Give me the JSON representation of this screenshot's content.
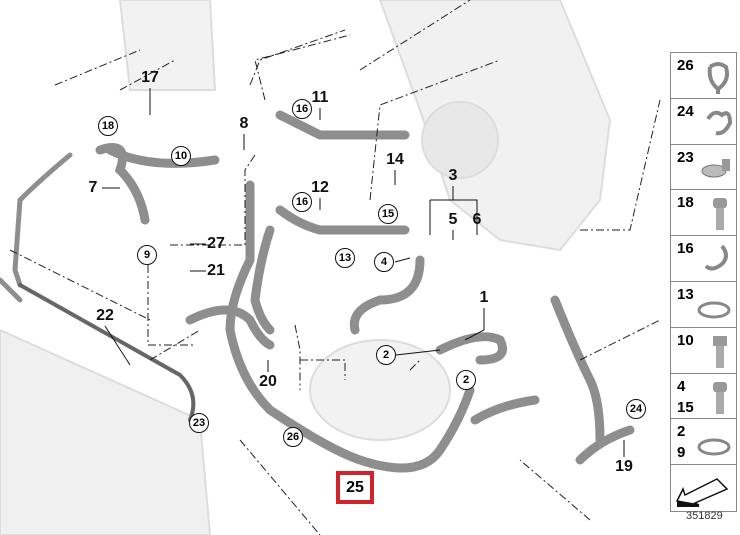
{
  "diagram": {
    "labels": {
      "p17": "17",
      "p11": "11",
      "p8": "8",
      "p14": "14",
      "p3": "3",
      "p12": "12",
      "p7": "7",
      "p5": "5",
      "p6": "6",
      "p27": "27",
      "p21": "21",
      "p1": "1",
      "p22": "22",
      "p20": "20",
      "p19": "19"
    },
    "circled": {
      "c18": "18",
      "c10": "10",
      "c16a": "16",
      "c16b": "16",
      "c15": "15",
      "c9": "9",
      "c13": "13",
      "c4": "4",
      "c2a": "2",
      "c2b": "2",
      "c23": "23",
      "c26": "26",
      "c24": "24"
    },
    "highlighted": "25",
    "highlight_color": "#d2232a"
  },
  "legend": [
    {
      "nums": [
        "26"
      ],
      "icon": "clip-holder-icon"
    },
    {
      "nums": [
        "24"
      ],
      "icon": "double-clip-icon"
    },
    {
      "nums": [
        "23"
      ],
      "icon": "band-clamp-icon"
    },
    {
      "nums": [
        "18"
      ],
      "icon": "bolt-icon"
    },
    {
      "nums": [
        "16"
      ],
      "icon": "hose-clip-icon"
    },
    {
      "nums": [
        "13"
      ],
      "icon": "hose-clamp-icon"
    },
    {
      "nums": [
        "10"
      ],
      "icon": "hex-bolt-icon"
    },
    {
      "nums": [
        "4",
        "15"
      ],
      "icon": "bolt-icon"
    },
    {
      "nums": [
        "2",
        "9"
      ],
      "icon": "hose-clamp-icon"
    },
    {
      "nums": [],
      "icon": "direction-arrow-icon"
    }
  ],
  "caption": "351829"
}
